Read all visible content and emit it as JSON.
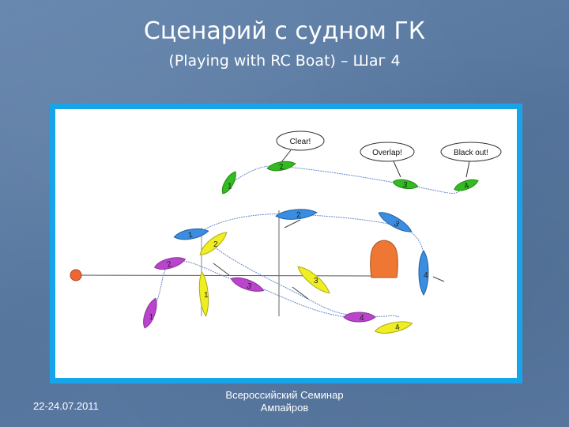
{
  "slide": {
    "title": "Сценарий с судном ГК",
    "subtitle": "(Playing with RC Boat) – Шаг 4"
  },
  "diagram": {
    "callouts": {
      "clear": "Clear!",
      "overlap": "Overlap!",
      "blackout": "Black out!"
    },
    "boat_labels": {
      "green": [
        "1",
        "2",
        "3",
        "4"
      ],
      "blue": [
        "1",
        "2",
        "3",
        "4"
      ],
      "yellow": [
        "1",
        "2",
        "3",
        "4"
      ],
      "purple": [
        "1",
        "2",
        "3",
        "4"
      ]
    },
    "colors": {
      "green": "#33bb22",
      "blue": "#3a8de0",
      "yellow": "#eeee22",
      "purple": "#bb44cc",
      "committee_boat": "#ee7733",
      "buoy": "#ee6633"
    }
  },
  "footer": {
    "date": "22-24.07.2011",
    "seminar_line1": "Всероссийский Семинар",
    "seminar_line2": "Ампайров"
  }
}
